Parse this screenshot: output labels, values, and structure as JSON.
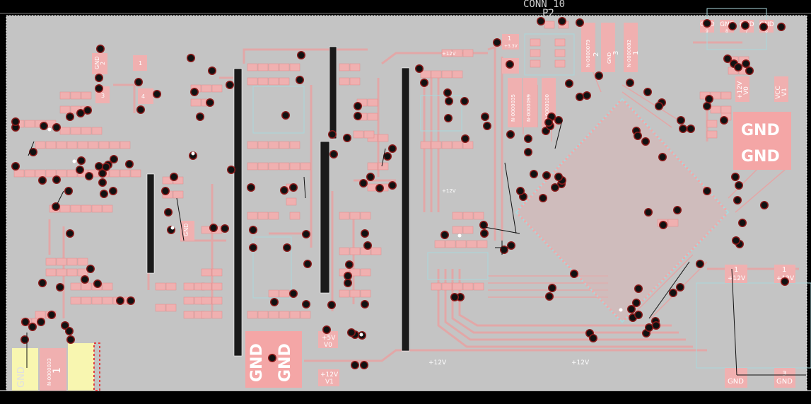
{
  "colors": {
    "background": "#000000",
    "board": "#c4c4c4",
    "copper": "#e8a3a3",
    "copper_light": "#f0bcbc",
    "pad": "#f4a6a6",
    "via": "#111111",
    "via_ring": "#8b1a1a",
    "silk": "#ffffff",
    "outline": "#aad8dc",
    "header": "#1a1a1a",
    "yellow": "#f8f6b0"
  },
  "title": {
    "connector": "CONN_10",
    "ref": "P2"
  },
  "labels": {
    "gnd_large_1": "GND",
    "gnd_large_2": "GND",
    "gnd_large_3": "GND",
    "gnd_large_4": "GND",
    "gnd_pins": [
      "GND",
      "GND",
      "GND",
      "GND"
    ],
    "pin_nums": [
      "9",
      "8",
      "7",
      "6"
    ],
    "vcc_v1": "VCC",
    "v1": "V1",
    "p12v_v0": "+12V",
    "v0": "V0",
    "p12v_right_1": "+12V",
    "p12v_right_2": "+12V",
    "p12v_trace_1": "+12V",
    "p12v_trace_2": "+12V",
    "p12v_trace_3": "+12V",
    "p12v_trace_4": "+12V",
    "p12v_bottom": "+12V",
    "v1_bottom": "V1",
    "p5v": "+5V",
    "v0_bottom": "V0",
    "gnd_bottom_left": "GND",
    "gnd_bottom_right": "GND",
    "num_1": "1",
    "num_2": "2",
    "num_3": "3",
    "num_4": "4",
    "gnd_small": "GND",
    "gnd_vertical": "GND",
    "net_a": "N-0000033",
    "net_b": "N-0000035",
    "net_c": "N-0000099",
    "net_d": "N-0000100",
    "net_e": "N-0000079",
    "net_f": "N-0000082",
    "p33v": "+3.3V"
  }
}
